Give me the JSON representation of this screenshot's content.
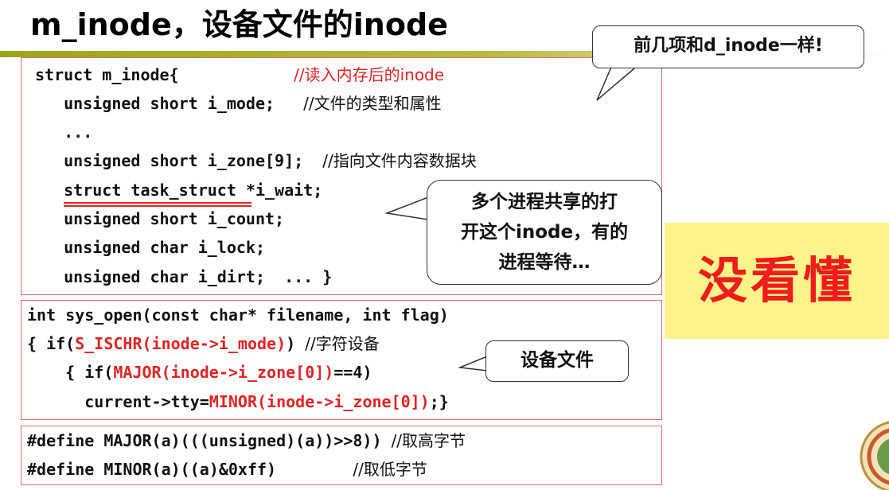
{
  "slide": {
    "title": "m_inode，设备文件的inode"
  },
  "box1": {
    "lines": [
      {
        "code": "struct m_inode{            ",
        "comment": "//读入内存后的inode"
      },
      {
        "code": "   unsigned short i_mode;   ",
        "comment": "//文件的类型和属性"
      },
      {
        "code": "   ...",
        "comment": ""
      },
      {
        "code": "   unsigned short i_zone[9];  ",
        "comment": "//指向文件内容数据块"
      },
      {
        "code": "   struct task_struct *i_wait;",
        "comment": ""
      },
      {
        "code": "   unsigned short i_count;",
        "comment": ""
      },
      {
        "code": "   unsigned char i_lock;",
        "comment": ""
      },
      {
        "code": "   unsigned char i_dirt;  ... }",
        "comment": ""
      }
    ]
  },
  "box2": {
    "line1": "int sys_open(const char* filename, int flag)",
    "line2_pre": "{ if(",
    "line2_red": "S_ISCHR(inode->i_mode)",
    "line2_post": ") ",
    "line2_comment": "//字符设备",
    "line3_pre": "    { if(",
    "line3_red": "MAJOR(inode->i_zone[0])",
    "line3_post": "==4)",
    "line4_pre": "      current->tty=",
    "line4_red": "MINOR(inode->i_zone[0])",
    "line4_post": ";}"
  },
  "box3": {
    "line1_code": "#define MAJOR(a)(((unsigned)(a))>>8)) ",
    "line1_comment": "//取高字节",
    "line2_code": "#define MINOR(a)((a)&0xff)        ",
    "line2_comment": "//取低字节"
  },
  "callouts": {
    "same_as_dinode": "前几项和d_inode一样!",
    "shared_line1": "多个进程共享的打",
    "shared_line2": "开这个inode，有的",
    "shared_line3": "进程等待…",
    "device_file": "设备文件"
  },
  "note": {
    "text": "没看懂"
  },
  "colors": {
    "accent_red": "#e02424",
    "note_bg": "#fcf48a",
    "rule_green": "#9aa61a"
  }
}
